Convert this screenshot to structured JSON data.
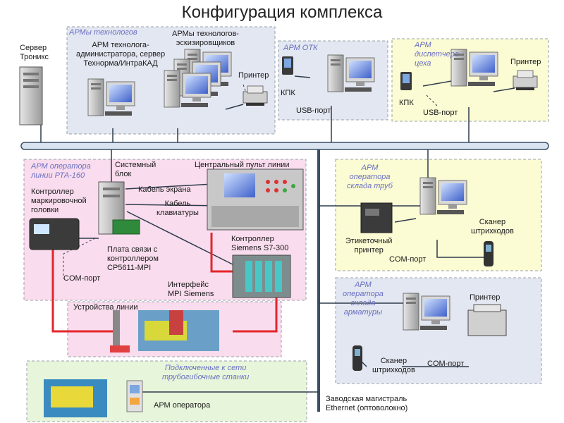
{
  "title": "Конфигурация комплекса",
  "server": {
    "label": "Сервер\nТроникс"
  },
  "zones": {
    "tech": {
      "title": "АРМы технологов",
      "admin": "АРМ технолога-\nадминистратора, сервер\nТехнорма/ИнтраКАД",
      "sketchers": "АРМы технологов-\nэскизировщиков",
      "printer": "Принтер"
    },
    "otk": {
      "title": "АРМ ОТК",
      "pda": "КПК",
      "usb": "USB-порт"
    },
    "dispatcher": {
      "title": "АРМ\nдиспетчера\nцеха",
      "pda": "КПК",
      "usb": "USB-порт",
      "printer": "Принтер"
    },
    "line_operator": {
      "title": "АРМ оператора\nлинии РТА-160",
      "system_unit": "Системный\nблок",
      "central_panel": "Центральный пульт линии",
      "screen_cable": "Кабель экрана",
      "kb_cable": "Кабель\nклавиатуры",
      "marking_ctrl": "Контроллер\nмаркировочной\nголовки",
      "comm_board": "Плата связи с\nконтроллером\nCP5611-MPI",
      "com_port": "COM-порт",
      "siemens": "Контроллер\nSiemens S7-300",
      "mpi": "Интерфейс\nMPI Siemens",
      "line_devices": "Устройства линии"
    },
    "pipe_store": {
      "title": "АРМ\nоператора\nсклада труб",
      "label_printer": "Этикеточный\nпринтер",
      "scanner": "Сканер\nштрихкодов",
      "com_port": "COM-порт"
    },
    "rebar_store": {
      "title": "АРМ\nоператора\nсклада\nарматуры",
      "printer": "Принтер",
      "scanner": "Сканер\nштрихкодов",
      "com_port": "COM-порт"
    },
    "bending": {
      "title": "Подключенные к сети\nтрубогибочные станки",
      "operator": "АРМ оператора"
    }
  },
  "backbone": {
    "label": "Заводская магистраль\nEthernet (оптоволокно)"
  },
  "colors": {
    "zone_blue": "#e3e7f1",
    "zone_yellow": "#fbfbd4",
    "zone_pink": "#f9dced",
    "zone_green": "#e7f6db",
    "cable_red": "#e3262b",
    "bus": "#d9e4f0"
  }
}
